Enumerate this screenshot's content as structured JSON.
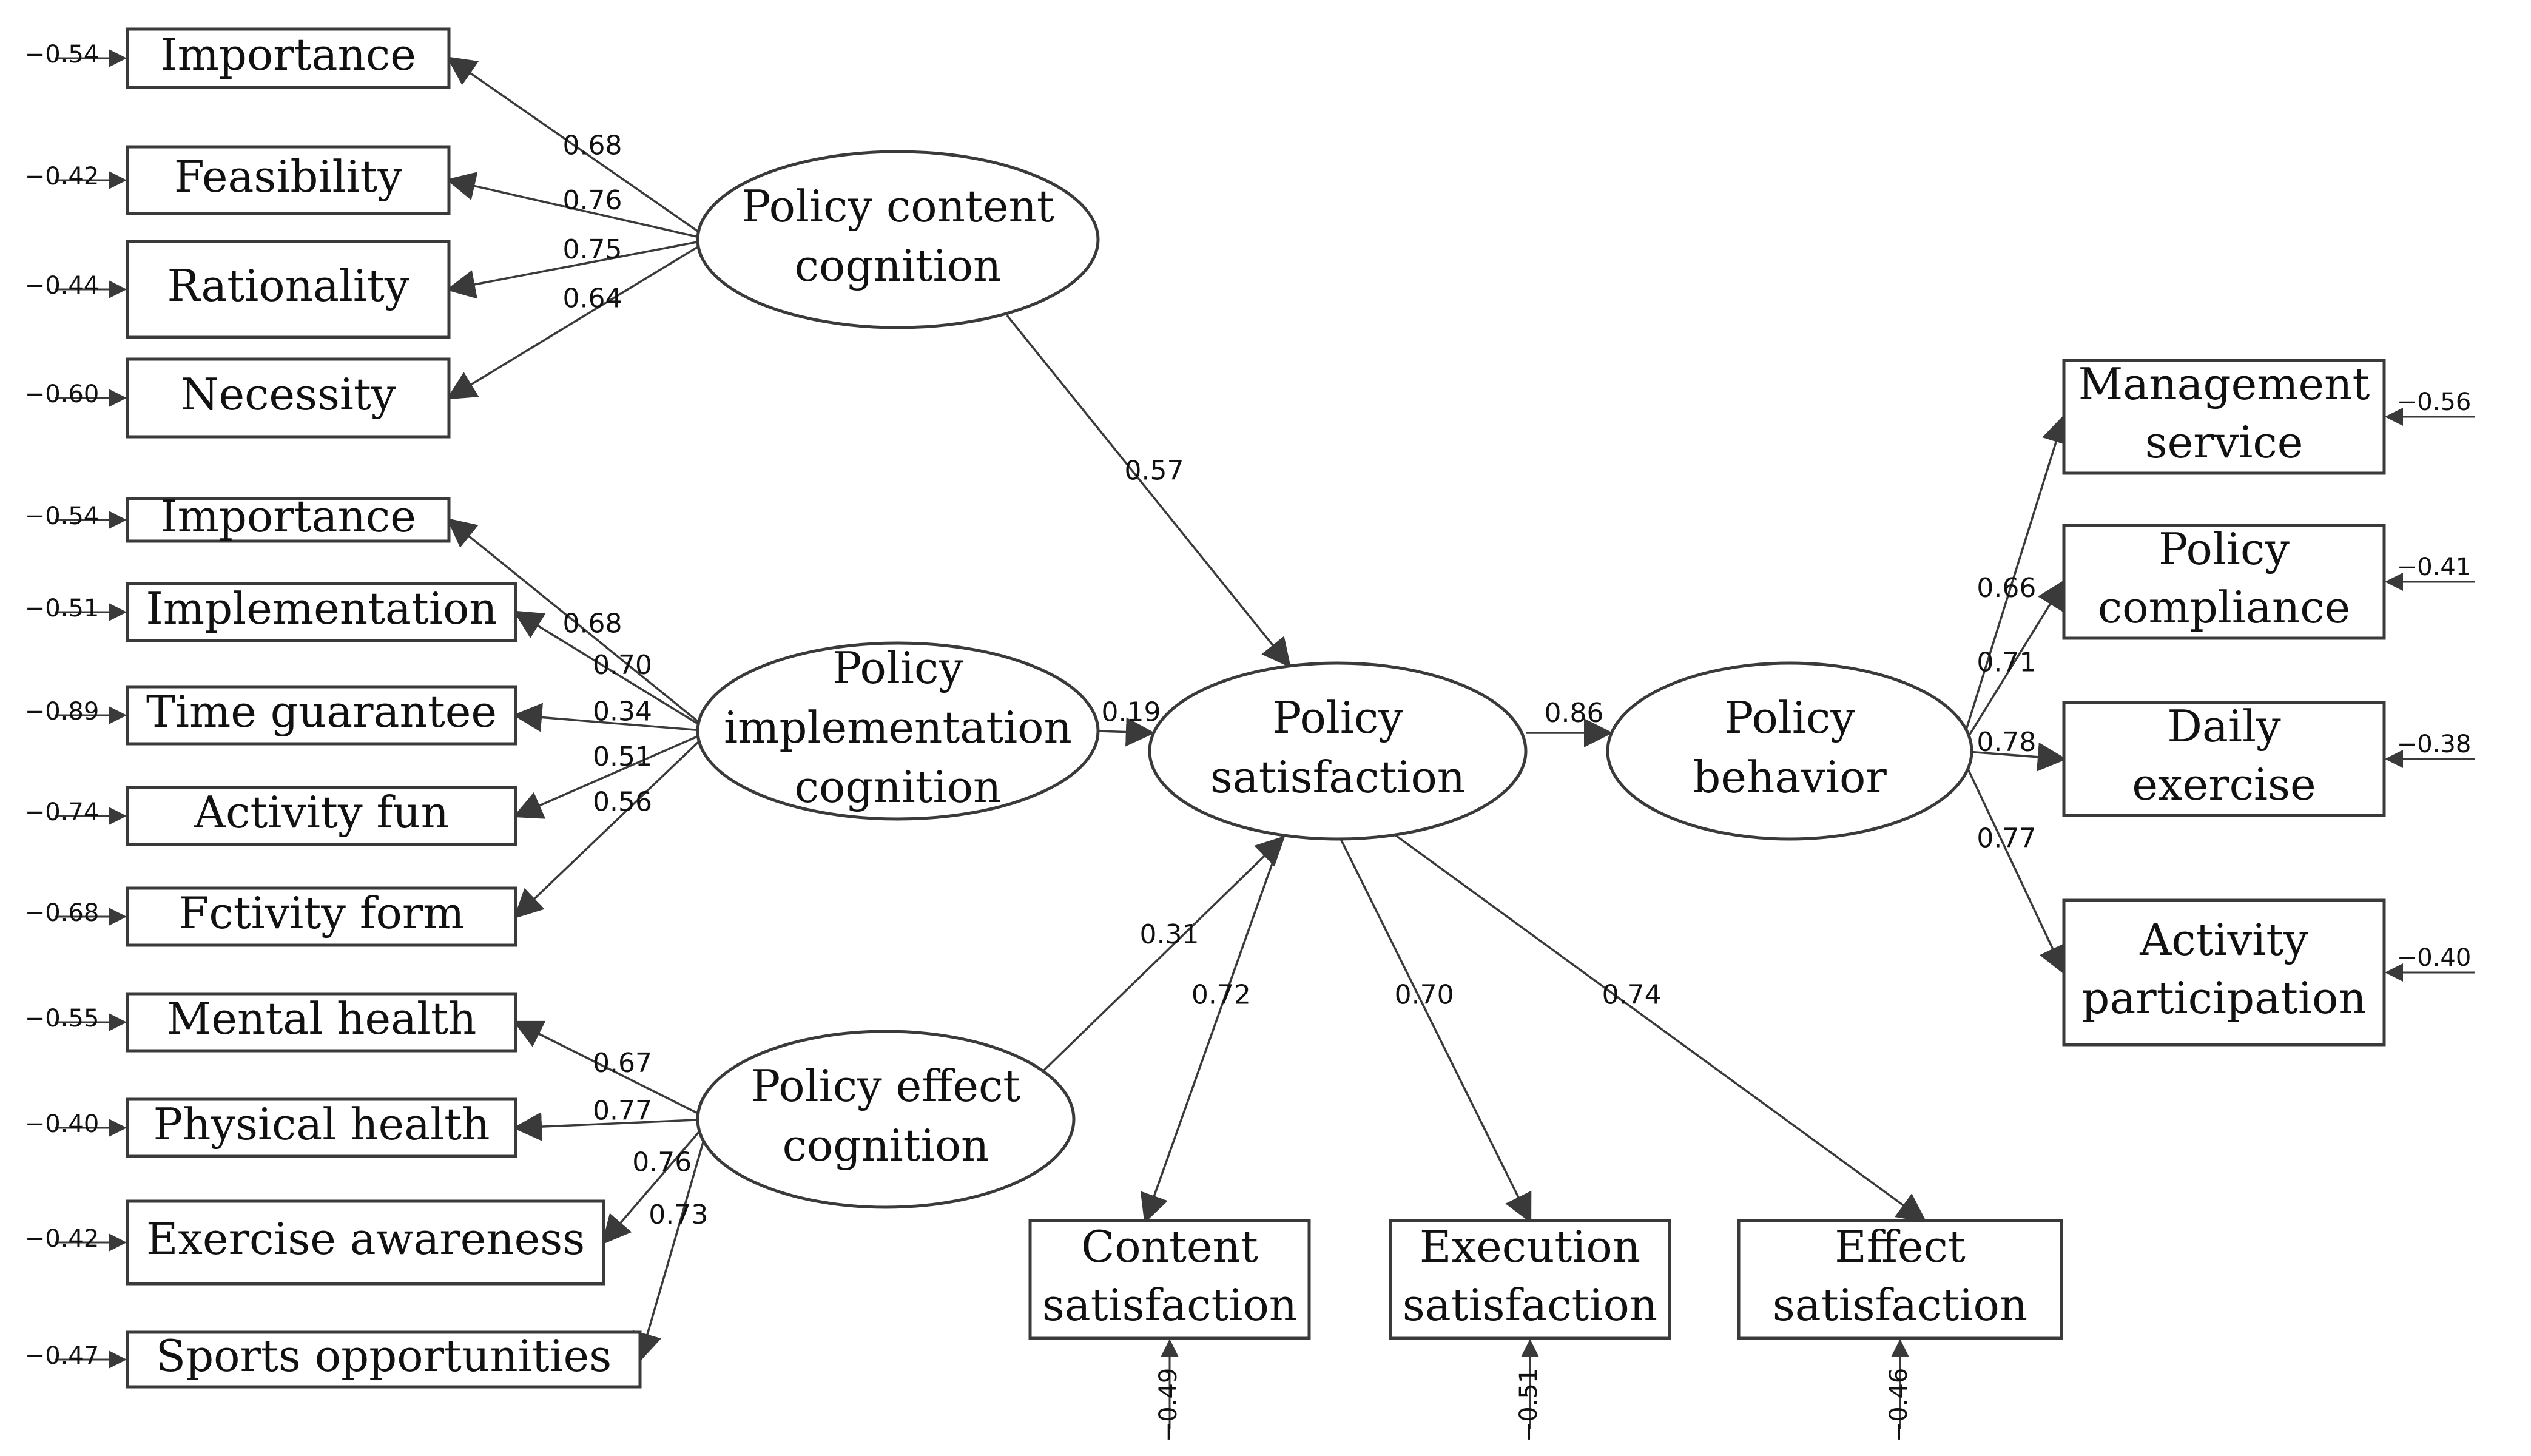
{
  "latent": {
    "pcc": [
      "Policy content",
      "cognition"
    ],
    "pic": [
      "Policy",
      "implementation",
      "cognition"
    ],
    "pec": [
      "Policy effect",
      "cognition"
    ],
    "ps": [
      "Policy",
      "satisfaction"
    ],
    "pb": [
      "Policy",
      "behavior"
    ]
  },
  "indicators": {
    "pcc": [
      "Importance",
      "Feasibility",
      "Rationality",
      "Necessity"
    ],
    "pic": [
      "Importance",
      "Implementation",
      "Time guarantee",
      "Activity fun",
      "Fctivity form"
    ],
    "pec": [
      "Mental health",
      "Physical health",
      "Exercise awareness",
      "Sports opportunities"
    ],
    "ps": [
      [
        "Content",
        "satisfaction"
      ],
      [
        "Execution",
        "satisfaction"
      ],
      [
        "Effect",
        "satisfaction"
      ]
    ],
    "pb": [
      [
        "Management",
        "service"
      ],
      [
        "Policy",
        "compliance"
      ],
      [
        "Daily",
        "exercise"
      ],
      [
        "Activity",
        "participation"
      ]
    ]
  },
  "errors": {
    "pcc": [
      "−0.54",
      "−0.42",
      "−0.44",
      "−0.60"
    ],
    "pic": [
      "−0.54",
      "−0.51",
      "−0.89",
      "−0.74",
      "−0.68"
    ],
    "pec": [
      "−0.55",
      "−0.40",
      "−0.42",
      "−0.47"
    ],
    "ps": [
      "−0.49",
      "−0.51",
      "−0.46"
    ],
    "pb": [
      "−0.56",
      "−0.41",
      "−0.38",
      "−0.40"
    ]
  },
  "loadings": {
    "pcc": [
      "0.68",
      "0.76",
      "0.75",
      "0.64"
    ],
    "pic": [
      "0.68",
      "0.70",
      "0.34",
      "0.51",
      "0.56"
    ],
    "pec": [
      "0.67",
      "0.77",
      "0.76",
      "0.73"
    ],
    "ps": [
      "0.72",
      "0.70",
      "0.74"
    ],
    "pb": [
      "0.66",
      "0.71",
      "0.78",
      "0.77"
    ]
  },
  "paths": {
    "pcc_ps": "0.57",
    "pic_ps": "0.19",
    "pec_ps": "0.31",
    "ps_pb": "0.86"
  }
}
